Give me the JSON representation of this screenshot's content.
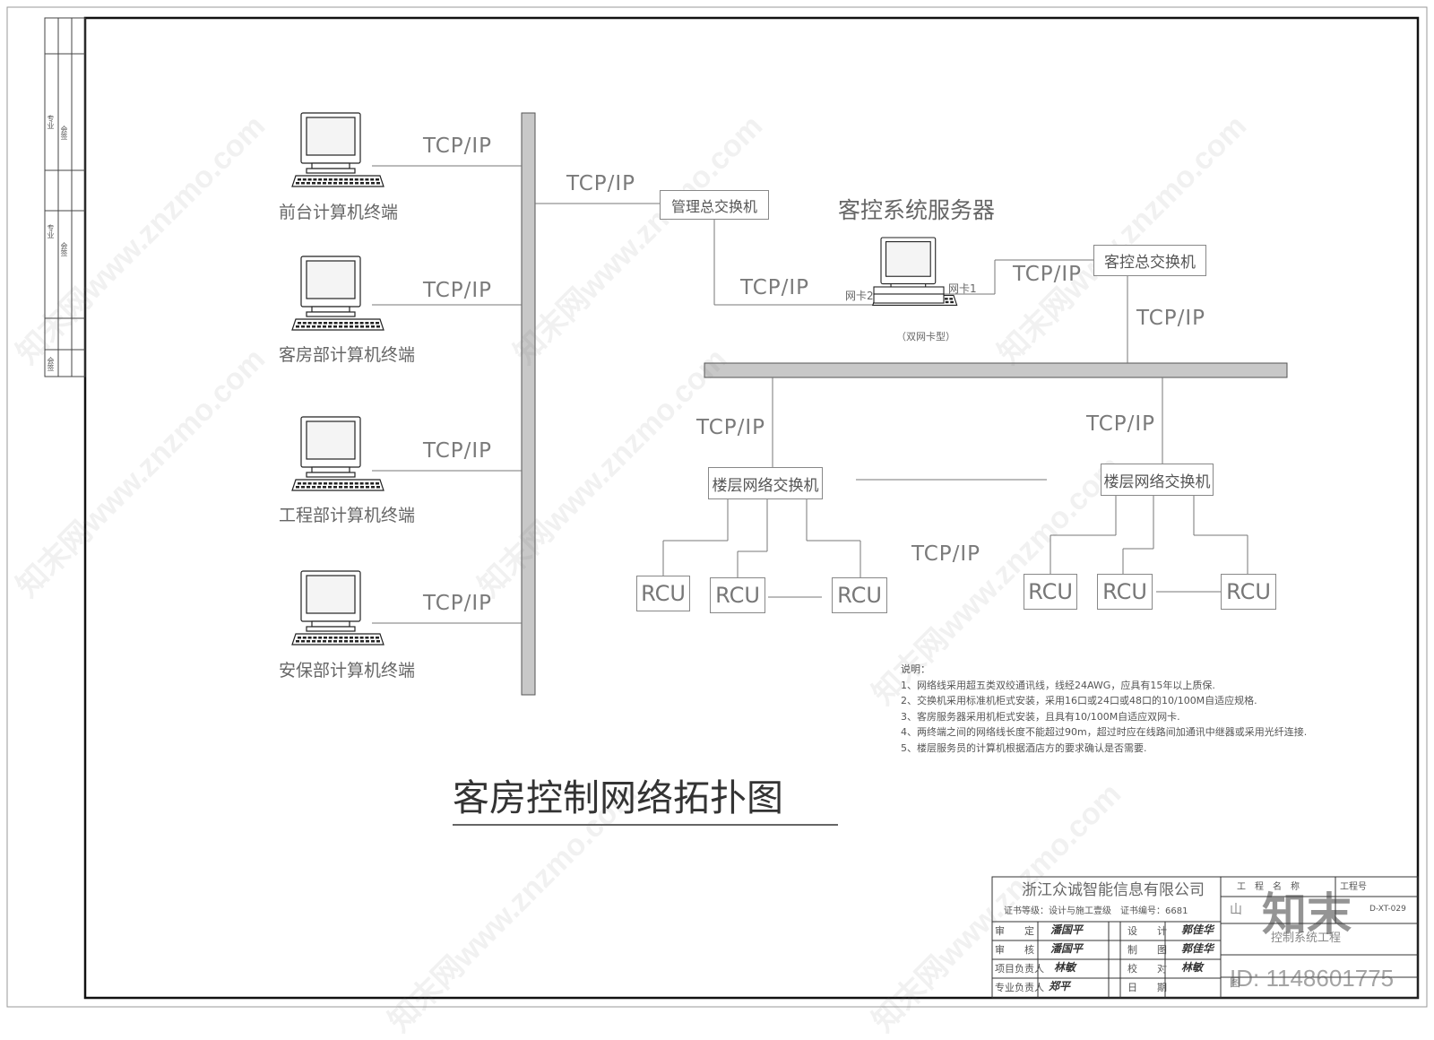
{
  "title": "客房控制网络拓扑图",
  "server_title": "客控系统服务器",
  "terminals": [
    {
      "label": "前台计算机终端",
      "link": "TCP/IP"
    },
    {
      "label": "客房部计算机终端",
      "link": "TCP/IP"
    },
    {
      "label": "工程部计算机终端",
      "link": "TCP/IP"
    },
    {
      "label": "安保部计算机终端",
      "link": "TCP/IP"
    }
  ],
  "links": {
    "bus_to_mgmt": "TCP/IP",
    "mgmt_to_server": "TCP/IP",
    "server_to_guest": "TCP/IP",
    "guest_to_bus": "TCP/IP",
    "bus_to_floor_left": "TCP/IP",
    "bus_to_floor_right": "TCP/IP",
    "floor_rcu": "TCP/IP"
  },
  "switches": {
    "management": "管理总交换机",
    "guest_control": "客控总交换机",
    "floor_left": "楼层网络交换机",
    "floor_right": "楼层网络交换机"
  },
  "server": {
    "nic2": "网卡2",
    "nic1": "网卡1",
    "type": "（双网卡型）"
  },
  "rcu_label": "RCU",
  "notes": {
    "heading": "说明：",
    "items": [
      "1、网络线采用超五类双绞通讯线，线经24AWG，应具有15年以上质保.",
      "2、交换机采用标准机柜式安装，采用16口或24口或48口的10/100M自适应规格.",
      "3、客房服务器采用机柜式安装，且具有10/100M自适应双网卡.",
      "4、两终端之间的网络线长度不能超过90m，超过时应在线路间加通讯中继器或采用光纤连接.",
      "5、楼层服务员的计算机根据酒店方的要求确认是否需要."
    ]
  },
  "title_block": {
    "company": "浙江众诚智能信息有限公司",
    "cert_grade": "证书等级：设计与施工壹级",
    "cert_no": "证书编号：6681",
    "roles_left": [
      "审　　定",
      "审　　核",
      "项目负责人",
      "专业负责人"
    ],
    "roles_right": [
      "设　　计",
      "制　　图",
      "校　　对",
      "日　　期"
    ],
    "sign_left": [
      "潘国平",
      "潘国平",
      "林敏",
      "郑平"
    ],
    "sign_right": [
      "郭佳华",
      "郭佳华",
      "林敏",
      ""
    ],
    "project_name_label": "工　程　名　称",
    "project_no_label": "工程号",
    "project_no": "D-XT-029",
    "project_name_fragment": "山",
    "drawing_fragment": "控制系统工程",
    "drawing_fragment_right": "图"
  },
  "side_strip": [
    "专业",
    "会签",
    "专业",
    "会签",
    "会签"
  ],
  "watermark": {
    "text": "知末网www.znzmo.com",
    "logo": "知末",
    "id": "ID: 1148601775"
  }
}
